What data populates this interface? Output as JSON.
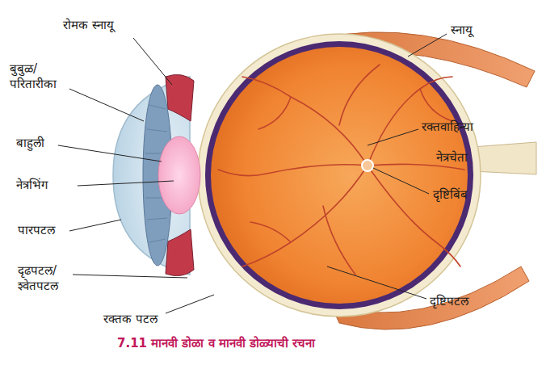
{
  "diagram": {
    "caption": "7.11 मानवी डोळा व मानवी डोळ्याची रचना",
    "labels": [
      "रोमक स्नायू",
      "स्नायू",
      "बुबुळ/ परितारीका",
      "बाहुली",
      "रक्तवाहिन्या",
      "नेत्रचेता",
      "नेत्रभिंग",
      "दृष्टिबिंब",
      "पारपटल",
      "दृढपटल/ श्वेतपटल",
      "दृष्टिपटल",
      "रक्तक पटल"
    ]
  }
}
